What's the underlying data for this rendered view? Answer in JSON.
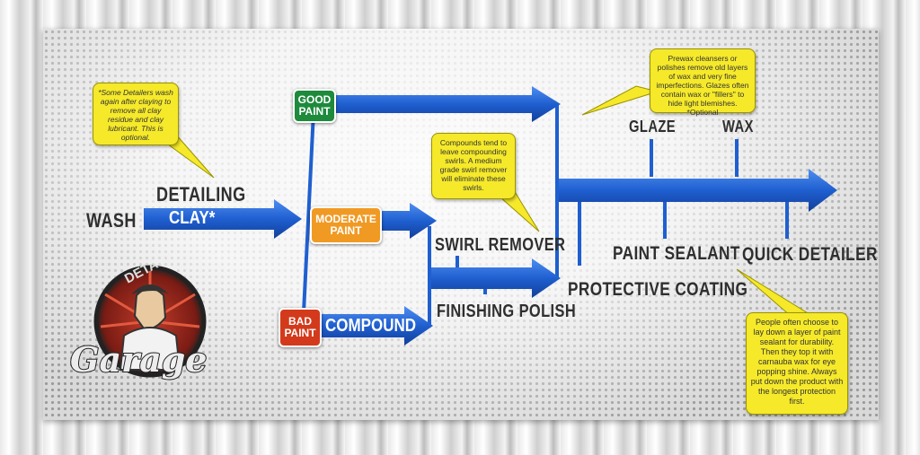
{
  "labels": {
    "wash": "WASH",
    "detailing": "DETAILING",
    "clay": "CLAY*",
    "compound": "COMPOUND",
    "swirl_remover": "SWIRL REMOVER",
    "finishing_polish": "FINISHING POLISH",
    "glaze": "GLAZE",
    "wax": "WAX",
    "paint_sealant": "PAINT SEALANT",
    "quick_detailer": "QUICK DETAILER",
    "protective_coating": "PROTECTIVE COATING"
  },
  "tags": {
    "good_paint": "GOOD PAINT",
    "moderate_paint": "MODERATE PAINT",
    "bad_paint": "BAD PAINT"
  },
  "bubbles": {
    "wash_note": "*Some Detailers wash again after claying to remove all clay residue and clay lubricant. This is optional.",
    "compound_note": "Compounds tend to leave compounding swirls. A medium grade swirl remover will eliminate these swirls.",
    "prewax_note": "Prewax cleansers or polishes remove old layers of wax and very fine imperfections. Glazes often contain wax or \"fillers\" to hide light blemishes. *Optional",
    "sealant_note": "People often choose to lay down a layer of paint sealant for durability. Then they top it with carnauba wax for eye popping shine. Always put down the product with the longest protection first."
  },
  "logo": {
    "top_text": "DETAIL",
    "script_text": "Garage"
  },
  "colors": {
    "arrow_blue": "#1f5fd0",
    "good_green": "#1d8a3c",
    "moderate_orange": "#f09a24",
    "bad_red": "#d33a1c",
    "bubble_yellow": "#f5e92a"
  }
}
